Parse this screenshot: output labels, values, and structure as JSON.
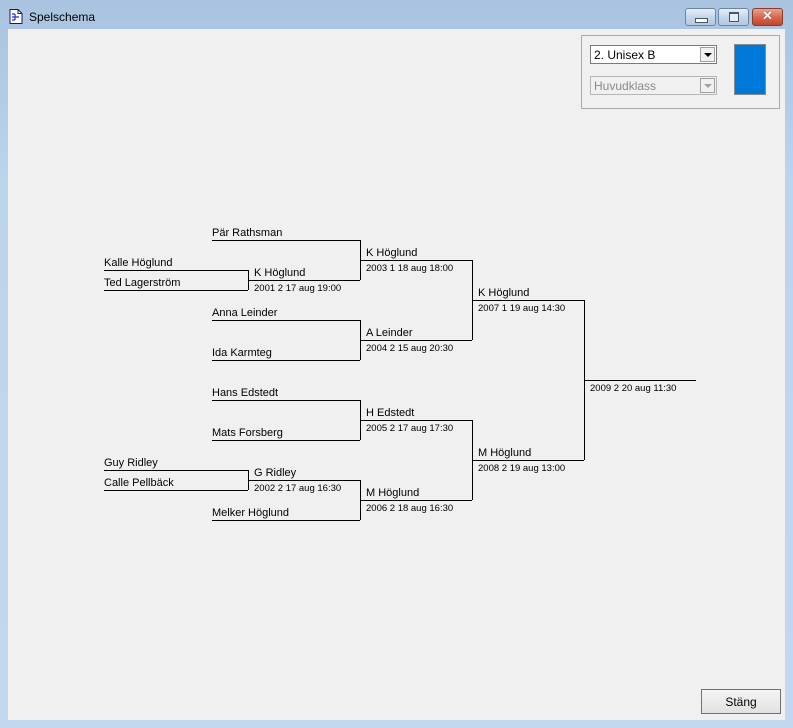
{
  "window": {
    "title": "Spelschema",
    "icon": "document-icon",
    "controls": {
      "minimize": "minimize-icon",
      "maximize": "maximize-icon",
      "close": "close-icon",
      "close_glyph": "✕"
    }
  },
  "filters": {
    "class_select": {
      "value": "2.  Unisex B",
      "enabled": true
    },
    "draw_select": {
      "value": "Huvudklass",
      "enabled": false
    },
    "color_swatch": "#0078d7"
  },
  "bracket": {
    "preliminary": [
      {
        "match": "2001",
        "players": [
          "Kalle Höglund",
          "Ted Lagerström"
        ],
        "winner": "K Höglund",
        "info": "2001  2 17 aug 19:00"
      },
      {
        "match": "2002",
        "players": [
          "Guy Ridley",
          "Calle Pellbäck"
        ],
        "winner": "G Ridley",
        "info": "2002  2 17 aug 16:30"
      }
    ],
    "round1": [
      {
        "match": "2003",
        "players": [
          "Pär Rathsman",
          "K Höglund"
        ],
        "winner": "K Höglund",
        "info": "2003  1 18 aug 18:00"
      },
      {
        "match": "2004",
        "players": [
          "Anna Leinder",
          "Ida Karmteg"
        ],
        "winner": "A Leinder",
        "info": "2004  2 15 aug 20:30"
      },
      {
        "match": "2005",
        "players": [
          "Hans Edstedt",
          "Mats Forsberg"
        ],
        "winner": "H Edstedt",
        "info": "2005  2 17 aug 17:30"
      },
      {
        "match": "2006",
        "players": [
          "G Ridley",
          "Melker Höglund"
        ],
        "winner": "M Höglund",
        "info": "2006  2 18 aug 16:30"
      }
    ],
    "semifinals": [
      {
        "match": "2007",
        "winner": "K Höglund",
        "info": "2007  1 19 aug 14:30"
      },
      {
        "match": "2008",
        "winner": "M Höglund",
        "info": "2008  2 19 aug 13:00"
      }
    ],
    "final": {
      "match": "2009",
      "winner": "",
      "info": "2009  2 20 aug 11:30"
    }
  },
  "footer": {
    "close_label": "Stäng"
  }
}
